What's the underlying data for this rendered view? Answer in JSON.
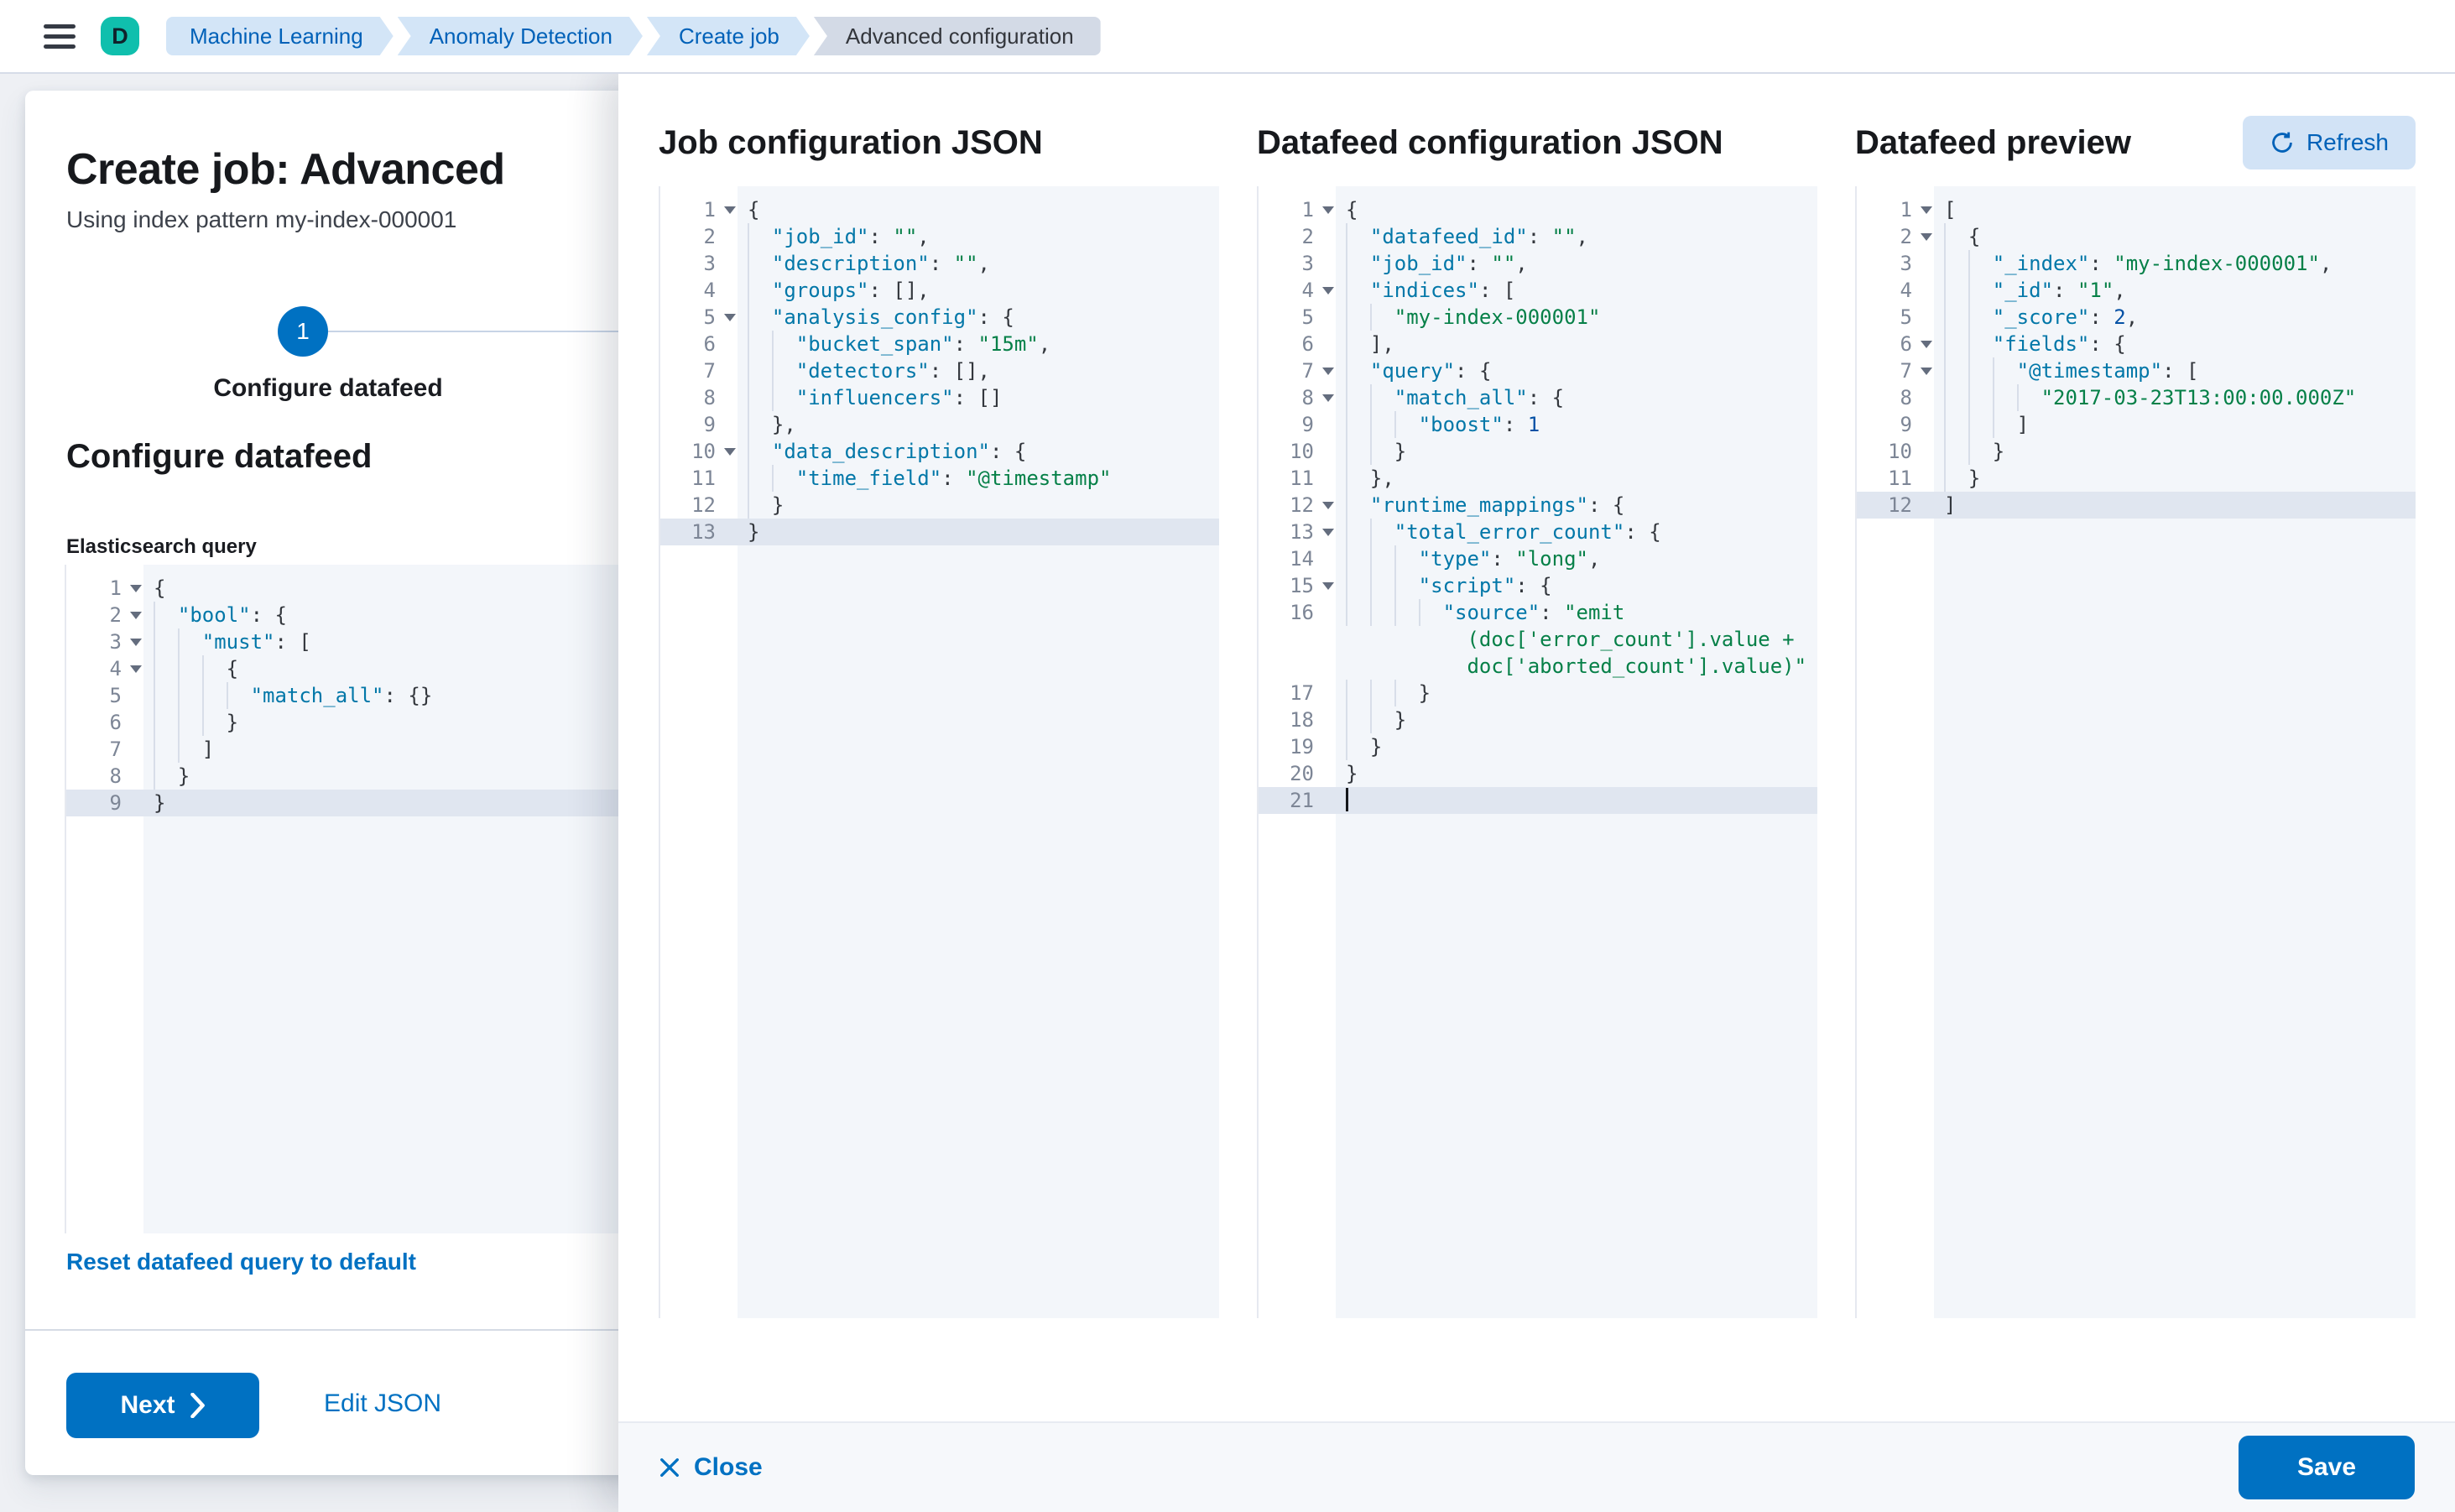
{
  "header": {
    "avatar_initial": "D",
    "breadcrumbs": [
      {
        "label": "Machine Learning",
        "current": false
      },
      {
        "label": "Anomaly Detection",
        "current": false
      },
      {
        "label": "Create job",
        "current": false
      },
      {
        "label": "Advanced configuration",
        "current": true
      }
    ]
  },
  "card": {
    "title": "Create job: Advanced",
    "subtitle": "Using index pattern my-index-000001",
    "step": {
      "number": "1",
      "label": "Configure datafeed"
    },
    "section_heading": "Configure datafeed",
    "query_label": "Elasticsearch query",
    "reset_label": "Reset datafeed query to default",
    "next_label": "Next",
    "edit_json_label": "Edit JSON"
  },
  "flyout": {
    "columns": [
      {
        "title": "Job configuration JSON"
      },
      {
        "title": "Datafeed configuration JSON"
      },
      {
        "title": "Datafeed preview"
      }
    ],
    "refresh_label": "Refresh",
    "close_label": "Close",
    "save_label": "Save"
  },
  "colors": {
    "primary_blue": "#0071c2",
    "breadcrumb_blue_bg": "#d3e5f7",
    "breadcrumb_current_bg": "#d3dae6",
    "avatar_teal": "#10bfad",
    "editor_bg": "#f3f6fa",
    "active_line": "#e0e6f0",
    "key_color": "#0277a8",
    "string_color": "#068048",
    "number_color": "#0451a5"
  },
  "editors": {
    "es_query": {
      "lines": [
        {
          "n": "1",
          "fold": true,
          "g": 0,
          "t": [
            [
              "p",
              "{"
            ]
          ]
        },
        {
          "n": "2",
          "fold": true,
          "g": 1,
          "t": [
            [
              "k",
              "\"bool\""
            ],
            [
              "p",
              ": {"
            ]
          ]
        },
        {
          "n": "3",
          "fold": true,
          "g": 2,
          "t": [
            [
              "k",
              "\"must\""
            ],
            [
              "p",
              ": ["
            ]
          ]
        },
        {
          "n": "4",
          "fold": true,
          "g": 3,
          "t": [
            [
              "p",
              "{"
            ]
          ]
        },
        {
          "n": "5",
          "g": 4,
          "t": [
            [
              "k",
              "\"match_all\""
            ],
            [
              "p",
              ": {}"
            ]
          ]
        },
        {
          "n": "6",
          "g": 3,
          "t": [
            [
              "p",
              "}"
            ]
          ]
        },
        {
          "n": "7",
          "g": 2,
          "t": [
            [
              "p",
              "]"
            ]
          ]
        },
        {
          "n": "8",
          "g": 1,
          "t": [
            [
              "p",
              "}"
            ]
          ]
        },
        {
          "n": "9",
          "g": 0,
          "hl": true,
          "t": [
            [
              "p",
              "}"
            ]
          ]
        }
      ]
    },
    "job_config": {
      "lines": [
        {
          "n": "1",
          "fold": true,
          "g": 0,
          "t": [
            [
              "p",
              "{"
            ]
          ]
        },
        {
          "n": "2",
          "g": 1,
          "t": [
            [
              "k",
              "\"job_id\""
            ],
            [
              "p",
              ": "
            ],
            [
              "s",
              "\"\""
            ],
            [
              "p",
              ","
            ]
          ]
        },
        {
          "n": "3",
          "g": 1,
          "t": [
            [
              "k",
              "\"description\""
            ],
            [
              "p",
              ": "
            ],
            [
              "s",
              "\"\""
            ],
            [
              "p",
              ","
            ]
          ]
        },
        {
          "n": "4",
          "g": 1,
          "t": [
            [
              "k",
              "\"groups\""
            ],
            [
              "p",
              ": [],"
            ]
          ]
        },
        {
          "n": "5",
          "fold": true,
          "g": 1,
          "t": [
            [
              "k",
              "\"analysis_config\""
            ],
            [
              "p",
              ": {"
            ]
          ]
        },
        {
          "n": "6",
          "g": 2,
          "t": [
            [
              "k",
              "\"bucket_span\""
            ],
            [
              "p",
              ": "
            ],
            [
              "s",
              "\"15m\""
            ],
            [
              "p",
              ","
            ]
          ]
        },
        {
          "n": "7",
          "g": 2,
          "t": [
            [
              "k",
              "\"detectors\""
            ],
            [
              "p",
              ": [],"
            ]
          ]
        },
        {
          "n": "8",
          "g": 2,
          "t": [
            [
              "k",
              "\"influencers\""
            ],
            [
              "p",
              ": []"
            ]
          ]
        },
        {
          "n": "9",
          "g": 1,
          "t": [
            [
              "p",
              "},"
            ]
          ]
        },
        {
          "n": "10",
          "fold": true,
          "g": 1,
          "t": [
            [
              "k",
              "\"data_description\""
            ],
            [
              "p",
              ": {"
            ]
          ]
        },
        {
          "n": "11",
          "g": 2,
          "t": [
            [
              "k",
              "\"time_field\""
            ],
            [
              "p",
              ": "
            ],
            [
              "s",
              "\"@timestamp\""
            ]
          ]
        },
        {
          "n": "12",
          "g": 1,
          "t": [
            [
              "p",
              "}"
            ]
          ]
        },
        {
          "n": "13",
          "g": 0,
          "hl": true,
          "t": [
            [
              "p",
              "}"
            ]
          ]
        }
      ]
    },
    "datafeed_config": {
      "lines": [
        {
          "n": "1",
          "fold": true,
          "g": 0,
          "t": [
            [
              "p",
              "{"
            ]
          ]
        },
        {
          "n": "2",
          "g": 1,
          "t": [
            [
              "k",
              "\"datafeed_id\""
            ],
            [
              "p",
              ": "
            ],
            [
              "s",
              "\"\""
            ],
            [
              "p",
              ","
            ]
          ]
        },
        {
          "n": "3",
          "g": 1,
          "t": [
            [
              "k",
              "\"job_id\""
            ],
            [
              "p",
              ": "
            ],
            [
              "s",
              "\"\""
            ],
            [
              "p",
              ","
            ]
          ]
        },
        {
          "n": "4",
          "fold": true,
          "g": 1,
          "t": [
            [
              "k",
              "\"indices\""
            ],
            [
              "p",
              ": ["
            ]
          ]
        },
        {
          "n": "5",
          "g": 2,
          "t": [
            [
              "s",
              "\"my-index-000001\""
            ]
          ]
        },
        {
          "n": "6",
          "g": 1,
          "t": [
            [
              "p",
              "],"
            ]
          ]
        },
        {
          "n": "7",
          "fold": true,
          "g": 1,
          "t": [
            [
              "k",
              "\"query\""
            ],
            [
              "p",
              ": {"
            ]
          ]
        },
        {
          "n": "8",
          "fold": true,
          "g": 2,
          "t": [
            [
              "k",
              "\"match_all\""
            ],
            [
              "p",
              ": {"
            ]
          ]
        },
        {
          "n": "9",
          "g": 3,
          "t": [
            [
              "k",
              "\"boost\""
            ],
            [
              "p",
              ": "
            ],
            [
              "n2",
              "1"
            ]
          ]
        },
        {
          "n": "10",
          "g": 2,
          "t": [
            [
              "p",
              "}"
            ]
          ]
        },
        {
          "n": "11",
          "g": 1,
          "t": [
            [
              "p",
              "},"
            ]
          ]
        },
        {
          "n": "12",
          "fold": true,
          "g": 1,
          "t": [
            [
              "k",
              "\"runtime_mappings\""
            ],
            [
              "p",
              ": {"
            ]
          ]
        },
        {
          "n": "13",
          "fold": true,
          "g": 2,
          "t": [
            [
              "k",
              "\"total_error_count\""
            ],
            [
              "p",
              ": {"
            ]
          ]
        },
        {
          "n": "14",
          "g": 3,
          "t": [
            [
              "k",
              "\"type\""
            ],
            [
              "p",
              ": "
            ],
            [
              "s",
              "\"long\""
            ],
            [
              "p",
              ","
            ]
          ]
        },
        {
          "n": "15",
          "fold": true,
          "g": 3,
          "t": [
            [
              "k",
              "\"script\""
            ],
            [
              "p",
              ": {"
            ]
          ]
        },
        {
          "n": "16",
          "g": 4,
          "t": [
            [
              "k",
              "\"source\""
            ],
            [
              "p",
              ": "
            ],
            [
              "s",
              "\"emit"
            ]
          ]
        },
        {
          "n": "",
          "g": 0,
          "pad": 10,
          "t": [
            [
              "s",
              "(doc['error_count'].value +"
            ]
          ]
        },
        {
          "n": "",
          "g": 0,
          "pad": 10,
          "t": [
            [
              "s",
              "doc['aborted_count'].value)\""
            ]
          ]
        },
        {
          "n": "17",
          "g": 3,
          "t": [
            [
              "p",
              "}"
            ]
          ]
        },
        {
          "n": "18",
          "g": 2,
          "t": [
            [
              "p",
              "}"
            ]
          ]
        },
        {
          "n": "19",
          "g": 1,
          "t": [
            [
              "p",
              "}"
            ]
          ]
        },
        {
          "n": "20",
          "g": 0,
          "t": [
            [
              "p",
              "}"
            ]
          ]
        },
        {
          "n": "21",
          "g": 0,
          "hl": true,
          "cursor": true,
          "t": []
        }
      ]
    },
    "preview": {
      "lines": [
        {
          "n": "1",
          "fold": true,
          "g": 0,
          "t": [
            [
              "p",
              "["
            ]
          ]
        },
        {
          "n": "2",
          "fold": true,
          "g": 1,
          "t": [
            [
              "p",
              "{"
            ]
          ]
        },
        {
          "n": "3",
          "g": 2,
          "t": [
            [
              "k",
              "\"_index\""
            ],
            [
              "p",
              ": "
            ],
            [
              "s",
              "\"my-index-000001\""
            ],
            [
              "p",
              ","
            ]
          ]
        },
        {
          "n": "4",
          "g": 2,
          "t": [
            [
              "k",
              "\"_id\""
            ],
            [
              "p",
              ": "
            ],
            [
              "s",
              "\"1\""
            ],
            [
              "p",
              ","
            ]
          ]
        },
        {
          "n": "5",
          "g": 2,
          "t": [
            [
              "k",
              "\"_score\""
            ],
            [
              "p",
              ": "
            ],
            [
              "n2",
              "2"
            ],
            [
              "p",
              ","
            ]
          ]
        },
        {
          "n": "6",
          "fold": true,
          "g": 2,
          "t": [
            [
              "k",
              "\"fields\""
            ],
            [
              "p",
              ": {"
            ]
          ]
        },
        {
          "n": "7",
          "fold": true,
          "g": 3,
          "t": [
            [
              "k",
              "\"@timestamp\""
            ],
            [
              "p",
              ": ["
            ]
          ]
        },
        {
          "n": "8",
          "g": 4,
          "t": [
            [
              "s",
              "\"2017-03-23T13:00:00.000Z\""
            ]
          ]
        },
        {
          "n": "9",
          "g": 3,
          "t": [
            [
              "p",
              "]"
            ]
          ]
        },
        {
          "n": "10",
          "g": 2,
          "t": [
            [
              "p",
              "}"
            ]
          ]
        },
        {
          "n": "11",
          "g": 1,
          "t": [
            [
              "p",
              "}"
            ]
          ]
        },
        {
          "n": "12",
          "g": 0,
          "hl": true,
          "t": [
            [
              "p",
              "]"
            ]
          ]
        }
      ]
    }
  }
}
